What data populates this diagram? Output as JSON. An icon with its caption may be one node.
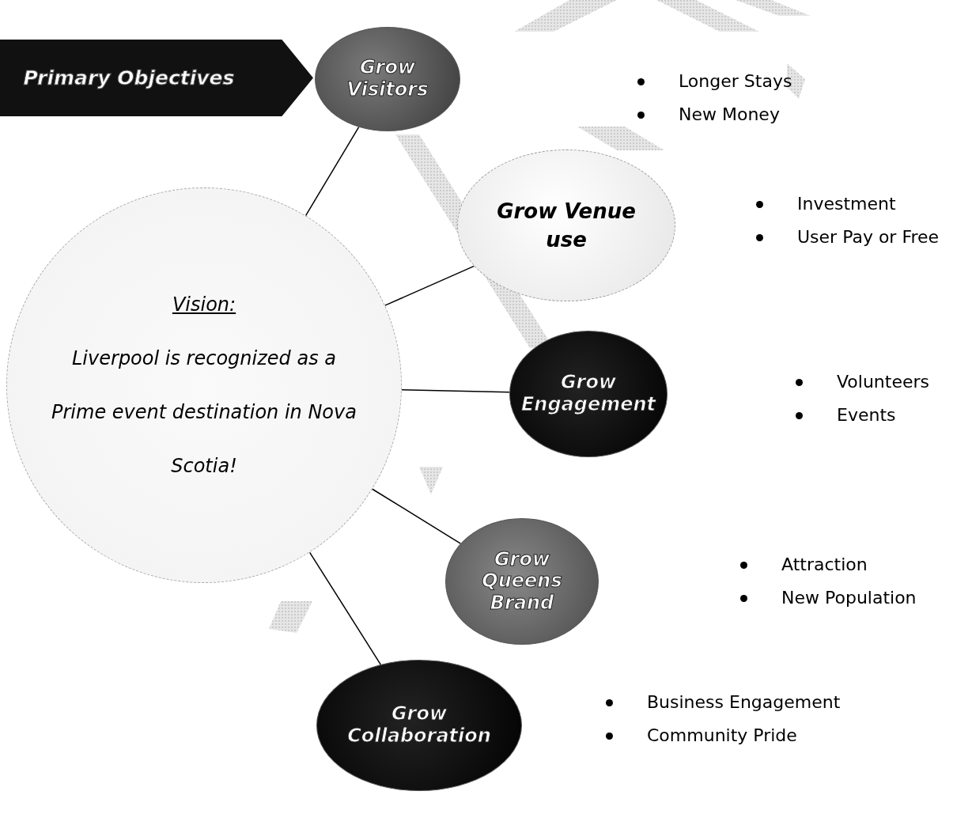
{
  "diagram": {
    "nodes": [
      {
        "text": [
          "Primary Objectives"
        ]
      },
      {
        "text": [
          "Grow Visitors"
        ],
        "beside": [
          "Longer Stays",
          "New Money"
        ]
      },
      {
        "text": [
          "Grow Venue use"
        ],
        "beside": [
          "Investment",
          "User Pay or Free"
        ]
      },
      {
        "text": [
          "Grow Engagement"
        ],
        "beside": [
          "Volunteers",
          "Events"
        ]
      },
      {
        "text": [
          "Grow Queens Brand"
        ],
        "beside": [
          "Attraction",
          "New Population"
        ]
      },
      {
        "text": [
          "Grow Collaboration"
        ],
        "beside": [
          "Business Engagement",
          "Community Pride"
        ]
      },
      {
        "text": [
          "Vision:",
          "Liverpool is recognized as a Prime event destination in Nova Scotia!"
        ]
      }
    ],
    "edges": [
      {
        "from": 6,
        "to": 1,
        "arrow": "none"
      },
      {
        "from": 6,
        "to": 2,
        "arrow": "none"
      },
      {
        "from": 6,
        "to": 3,
        "arrow": "none"
      },
      {
        "from": 6,
        "to": 4,
        "arrow": "none"
      },
      {
        "from": 6,
        "to": 5,
        "arrow": "none"
      }
    ]
  }
}
